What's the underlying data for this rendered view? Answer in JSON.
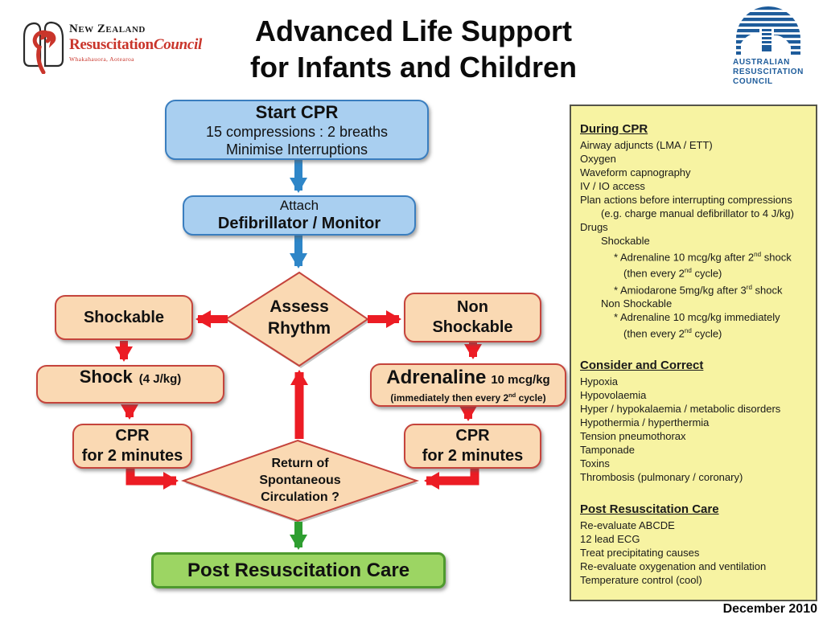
{
  "header": {
    "title_line1": "Advanced Life Support",
    "title_line2": "for Infants and Children",
    "nz_logo": {
      "line1": "New Zealand",
      "line2_a": "Resuscitation",
      "line2_b": "Council",
      "line3": "Whakahauora, Aotearoa"
    },
    "arc_logo": {
      "line1": "AUSTRALIAN",
      "line2": "RESUSCITATION",
      "line3": "COUNCIL"
    }
  },
  "flowchart": {
    "start_cpr": {
      "title": "Start CPR",
      "line2": "15 compressions : 2 breaths",
      "line3": "Minimise Interruptions"
    },
    "attach": {
      "line1": "Attach",
      "line2": "Defibrillator / Monitor"
    },
    "assess": {
      "line1": "Assess",
      "line2": "Rhythm"
    },
    "shockable": {
      "label": "Shockable"
    },
    "non_shockable": {
      "line1": "Non",
      "line2": "Shockable"
    },
    "shock": {
      "title": "Shock",
      "dose": "(4 J/kg)"
    },
    "adrenaline": {
      "title": "Adrenaline",
      "dose": "10 mcg/kg",
      "note": "(immediately then every 2nd cycle)"
    },
    "cpr_left": {
      "line1": "CPR",
      "line2": "for 2 minutes"
    },
    "cpr_right": {
      "line1": "CPR",
      "line2": "for 2 minutes"
    },
    "rosc": {
      "line1": "Return of",
      "line2": "Spontaneous",
      "line3": "Circulation ?"
    },
    "post_care": {
      "label": "Post Resuscitation Care"
    }
  },
  "info_panel": {
    "sections": [
      {
        "title": "During CPR",
        "lines": [
          {
            "text": "Airway adjuncts (LMA / ETT)",
            "indent": 0
          },
          {
            "text": "Oxygen",
            "indent": 0
          },
          {
            "text": "Waveform capnography",
            "indent": 0
          },
          {
            "text": "IV / IO access",
            "indent": 0
          },
          {
            "text": "Plan actions before interrupting compressions",
            "indent": 0
          },
          {
            "text": "(e.g. charge manual defibrillator to 4 J/kg)",
            "indent": 1
          },
          {
            "text": "Drugs",
            "indent": 0
          },
          {
            "text": "Shockable",
            "indent": 1
          },
          {
            "text": "* Adrenaline 10 mcg/kg after 2nd  shock",
            "indent": 2
          },
          {
            "text": "(then every 2nd cycle)",
            "indent": 3
          },
          {
            "text": "* Amiodarone 5mg/kg after 3rd shock",
            "indent": 2
          },
          {
            "text": "Non Shockable",
            "indent": 1
          },
          {
            "text": "* Adrenaline 10 mcg/kg immediately",
            "indent": 2
          },
          {
            "text": "(then every 2nd cycle)",
            "indent": 3
          }
        ]
      },
      {
        "title": "Consider and Correct",
        "lines": [
          {
            "text": "Hypoxia",
            "indent": 0
          },
          {
            "text": "Hypovolaemia",
            "indent": 0
          },
          {
            "text": "Hyper / hypokalaemia / metabolic disorders",
            "indent": 0
          },
          {
            "text": "Hypothermia / hyperthermia",
            "indent": 0
          },
          {
            "text": "Tension pneumothorax",
            "indent": 0
          },
          {
            "text": "Tamponade",
            "indent": 0
          },
          {
            "text": "Toxins",
            "indent": 0
          },
          {
            "text": "Thrombosis (pulmonary / coronary)",
            "indent": 0
          }
        ]
      },
      {
        "title": "Post Resuscitation Care",
        "lines": [
          {
            "text": "Re-evaluate ABCDE",
            "indent": 0
          },
          {
            "text": "12 lead ECG",
            "indent": 0
          },
          {
            "text": "Treat precipitating causes",
            "indent": 0
          },
          {
            "text": "Re-evaluate oxygenation and ventilation",
            "indent": 0
          },
          {
            "text": "Temperature control (cool)",
            "indent": 0
          }
        ]
      }
    ]
  },
  "footer": {
    "date": "December 2010"
  },
  "colors": {
    "blue_fill": "#a9cff0",
    "blue_border": "#3a7ebf",
    "blue_arrow": "#2e86c8",
    "peach_fill": "#fad9b3",
    "red_border": "#c5443c",
    "red_arrow": "#ec1c24",
    "green_fill": "#9cd563",
    "green_border": "#4e9a2e",
    "green_arrow": "#2e9e30",
    "panel_fill": "#f7f3a2",
    "nz_red": "#c9352b",
    "arc_blue": "#1e5c9b"
  }
}
